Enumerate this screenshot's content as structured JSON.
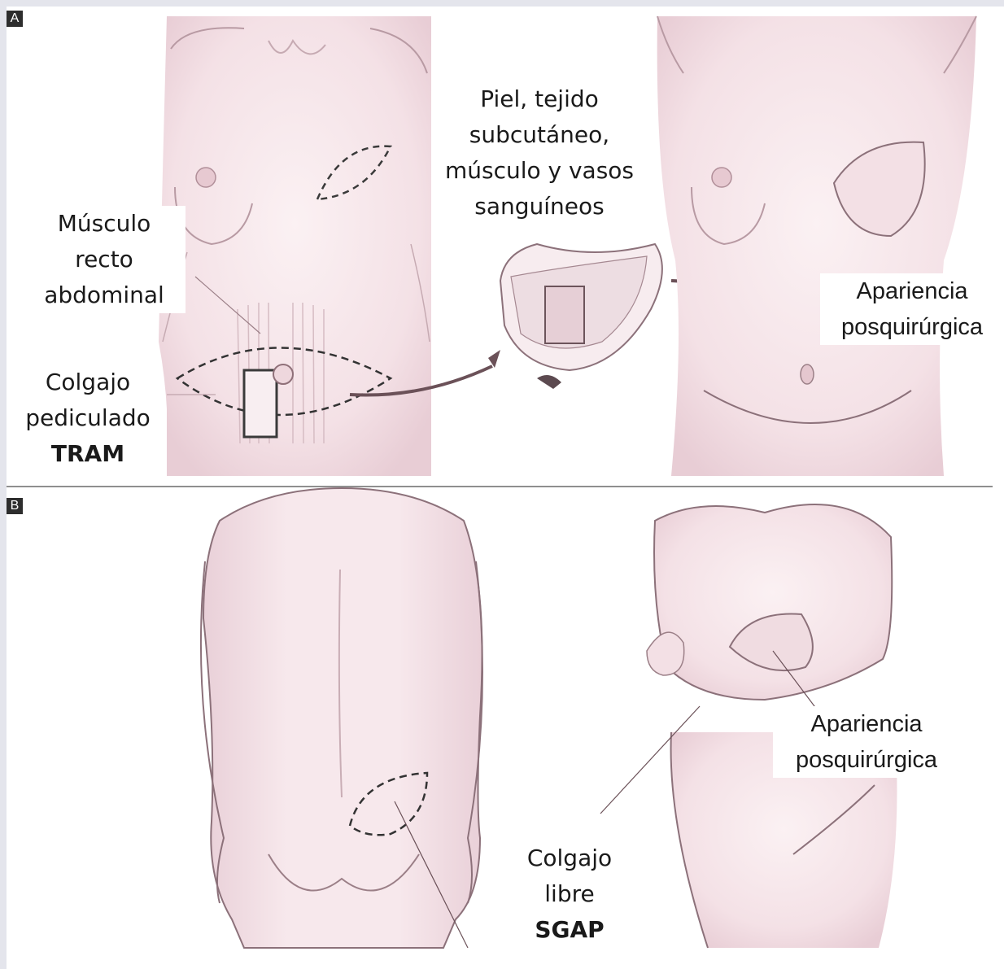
{
  "panels": {
    "a": {
      "tag": "A",
      "labels": {
        "muscle": [
          "Músculo",
          "recto",
          "abdominal"
        ],
        "flap": [
          "Colgajo",
          "pediculado",
          "TRAM"
        ],
        "tissue": [
          "Piel, tejido",
          "subcutáneo,",
          "músculo y vasos",
          "sanguíneos"
        ],
        "result": [
          "Apariencia",
          "posquirúrgica"
        ]
      }
    },
    "b": {
      "tag": "B",
      "labels": {
        "result": [
          "Apariencia",
          "posquirúrgica"
        ],
        "flap": [
          "Colgajo",
          "libre",
          "SGAP"
        ]
      }
    }
  },
  "colors": {
    "skin": "#f6e6ea",
    "skin_shade": "#e6ccd4",
    "outline": "#7b5a64",
    "border": "#e4e5ec",
    "text": "#1a1a1a"
  }
}
